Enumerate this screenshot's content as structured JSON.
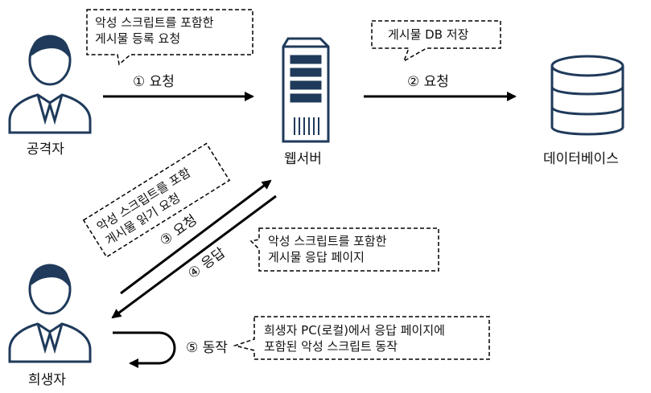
{
  "actors": {
    "attacker": "공격자",
    "webserver": "웹서버",
    "database": "데이터베이스",
    "victim": "희생자"
  },
  "steps": {
    "s1": "① 요청",
    "s2": "② 요청",
    "s3": "③ 요청",
    "s4": "④ 응답",
    "s5": "⑤ 동작"
  },
  "callouts": {
    "attacker_post": [
      "악성 스크립트를 포함한",
      "게시물 등록 요청"
    ],
    "db_save": "게시물 DB 저장",
    "victim_read": [
      "악성 스크립트를 포함",
      "게시물 읽기 요청"
    ],
    "response": [
      "악성 스크립트를 포함한",
      "게시물 응답 페이지"
    ],
    "action": [
      "희생자 PC(로컬)에서 응답 페이지에",
      "포함된 악성 스크립트 동작"
    ]
  },
  "icons": {
    "attacker": "person-icon",
    "victim": "person-icon",
    "webserver": "server-icon",
    "database": "database-icon"
  },
  "colors": {
    "line": "#000000",
    "icon_outline": "#1f3a5a",
    "icon_fill": "#ffffff"
  }
}
